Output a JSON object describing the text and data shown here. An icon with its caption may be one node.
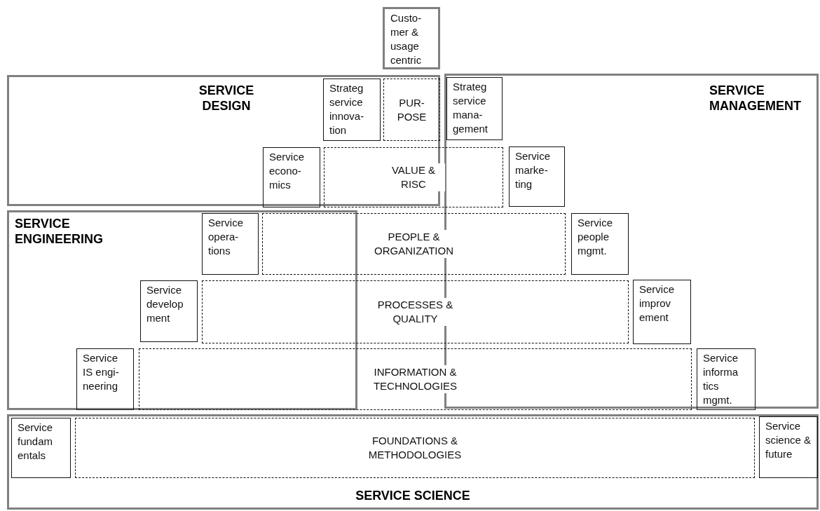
{
  "diagram": {
    "nodes": [
      {
        "text": [
          "Custo- mer & usage centric"
        ]
      },
      {
        "text": [
          "SERVICE DESIGN"
        ]
      },
      {
        "text": [
          "Strateg service innova- tion"
        ],
        "in": 1
      },
      {
        "text": [
          "PUR- POSE"
        ],
        "in": 1
      },
      {
        "text": [
          "SERVICE MANAGEMENT"
        ]
      },
      {
        "text": [
          "Strateg service mana- gement"
        ],
        "in": 4
      },
      {
        "text": [
          "Service econo- mics"
        ],
        "in": 1
      },
      {
        "text": [
          "VALUE & RISC"
        ]
      },
      {
        "text": [
          "Service marke- ting"
        ],
        "in": 4
      },
      {
        "text": [
          "SERVICE ENGINEERING"
        ]
      },
      {
        "text": [
          "Service opera- tions"
        ],
        "in": 9
      },
      {
        "text": [
          "PEOPLE & ORGANIZATION"
        ]
      },
      {
        "text": [
          "Service people mgmt."
        ],
        "in": 4
      },
      {
        "text": [
          "Service develop ment"
        ],
        "in": 9
      },
      {
        "text": [
          "PROCESSES & QUALITY"
        ]
      },
      {
        "text": [
          "Service improv ement"
        ],
        "in": 4
      },
      {
        "text": [
          "Service IS engi- neering"
        ],
        "in": 9
      },
      {
        "text": [
          "INFORMATION & TECHNOLOGIES"
        ]
      },
      {
        "text": [
          "Service informa tics mgmt."
        ],
        "in": 4
      },
      {
        "text": [
          "SERVICE SCIENCE"
        ]
      },
      {
        "text": [
          "Service fundam entals"
        ],
        "in": 19
      },
      {
        "text": [
          "FOUNDATIONS & METHODOLOGIES"
        ],
        "in": 19
      },
      {
        "text": [
          "Service science & future"
        ],
        "in": 19
      }
    ]
  }
}
